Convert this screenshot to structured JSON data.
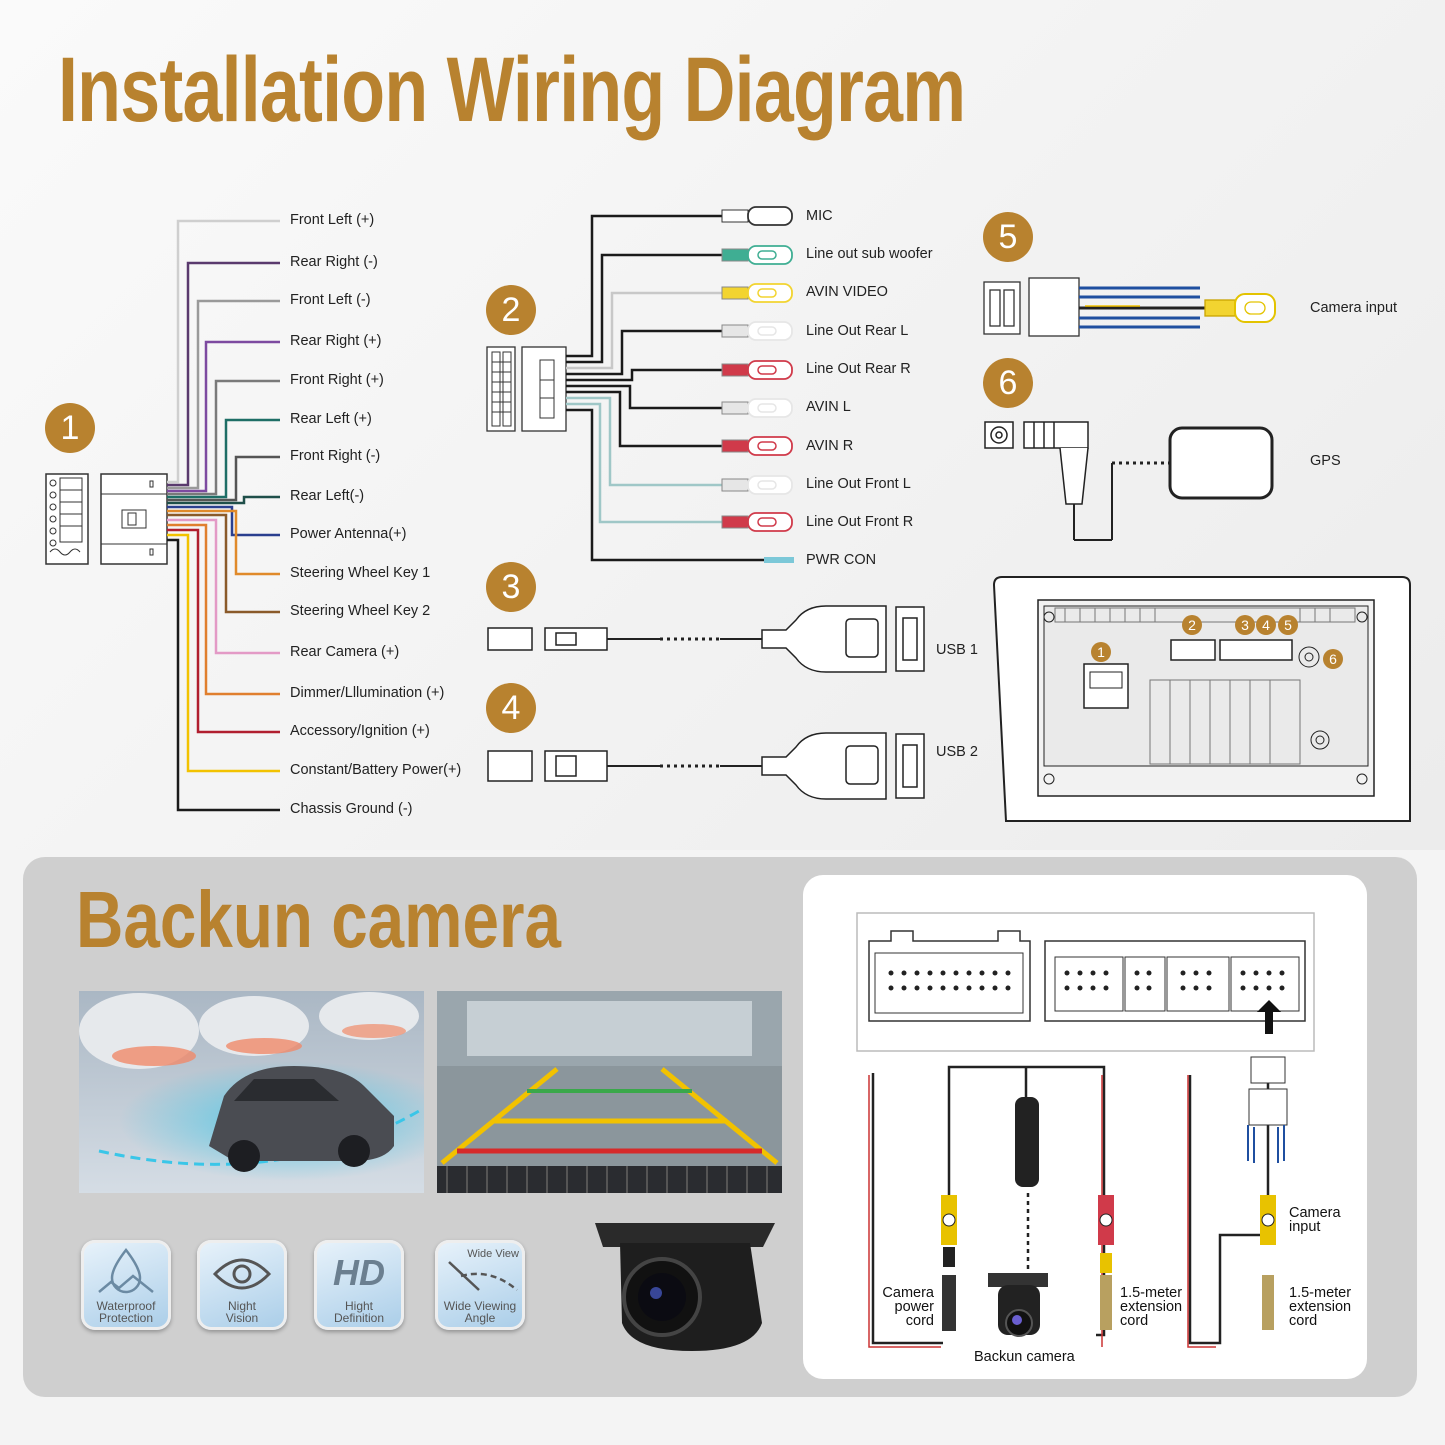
{
  "title": "Installation Wiring Diagram",
  "harness1": {
    "badge": "1",
    "labels": [
      "Front Left (+)",
      "Rear Right (-)",
      "Front Left (-)",
      "Rear Right (+)",
      "Front Right (+)",
      "Rear Left (+)",
      "Front Right (-)",
      "Rear Left(-)",
      "Power Antenna(+)",
      "Steering Wheel Key 1",
      "Steering Wheel Key 2",
      "Rear Camera (+)",
      "Dimmer/Lllumination (+)",
      "Accessory/Ignition (+)",
      "Constant/Battery Power(+)",
      "Chassis Ground (-)"
    ],
    "colors": [
      "#cfcfcf",
      "#5a3a6e",
      "#9a9a9a",
      "#7d4aa0",
      "#7a7a7a",
      "#1e6e66",
      "#555555",
      "#1f4f4a",
      "#2a3f8f",
      "#e08a2a",
      "#8a5a2a",
      "#e39ac6",
      "#e07f2e",
      "#b01e2e",
      "#f2c200",
      "#1a1a1a"
    ]
  },
  "harness2": {
    "badge": "2",
    "labels": [
      "MIC",
      "Line out sub woofer",
      "AVIN VIDEO",
      "Line Out Rear L",
      "Line Out Rear R",
      "AVIN L",
      "AVIN R",
      "Line Out Front L",
      "Line Out Front R",
      "PWR CON"
    ],
    "colors": [
      "#1a1a1a",
      "#1a1a1a",
      "#c8c8c8",
      "#1a1a1a",
      "#1a1a1a",
      "#1a1a1a",
      "#1a1a1a",
      "#9fc7c7",
      "#9fc7c7",
      "#1a1a1a"
    ],
    "plug_colors": [
      "#ffffff",
      "#3fae93",
      "#f2d430",
      "#e6e6e6",
      "#d03a4a",
      "#e6e6e6",
      "#d03a4a",
      "#e6e6e6",
      "#d03a4a",
      "#7cc8d8"
    ]
  },
  "usb": {
    "badge3": "3",
    "label1": "USB 1",
    "badge4": "4",
    "label2": "USB 2"
  },
  "camera_input": {
    "badge": "5",
    "label": "Camera input"
  },
  "gps": {
    "badge": "6",
    "label": "GPS"
  },
  "back_panel": {
    "n1": "1",
    "n2": "2",
    "n3": "3",
    "n4": "4",
    "n5": "5",
    "n6": "6"
  },
  "backup": {
    "title": "Backun camera",
    "features": [
      {
        "icon": "water-drop-icon",
        "label1": "Waterproof",
        "label2": "Protection"
      },
      {
        "icon": "eye-icon",
        "label1": "Night",
        "label2": "Vision"
      },
      {
        "icon": "hd-icon",
        "badge": "HD",
        "label1": "Hight",
        "label2": "Definition"
      },
      {
        "icon": "wide-angle-icon",
        "top": "Wide View",
        "label1": "Wide Viewing",
        "label2": "Angle"
      }
    ],
    "diagram": {
      "power1": "Camera",
      "power2": "power",
      "power3": "cord",
      "ext1": "1.5-meter",
      "ext2": "extension",
      "ext3": "cord",
      "input1": "Camera",
      "input2": "input",
      "ext4": "1.5-meter",
      "ext5": "extension",
      "ext6": "cord",
      "camera": "Backun camera"
    }
  }
}
